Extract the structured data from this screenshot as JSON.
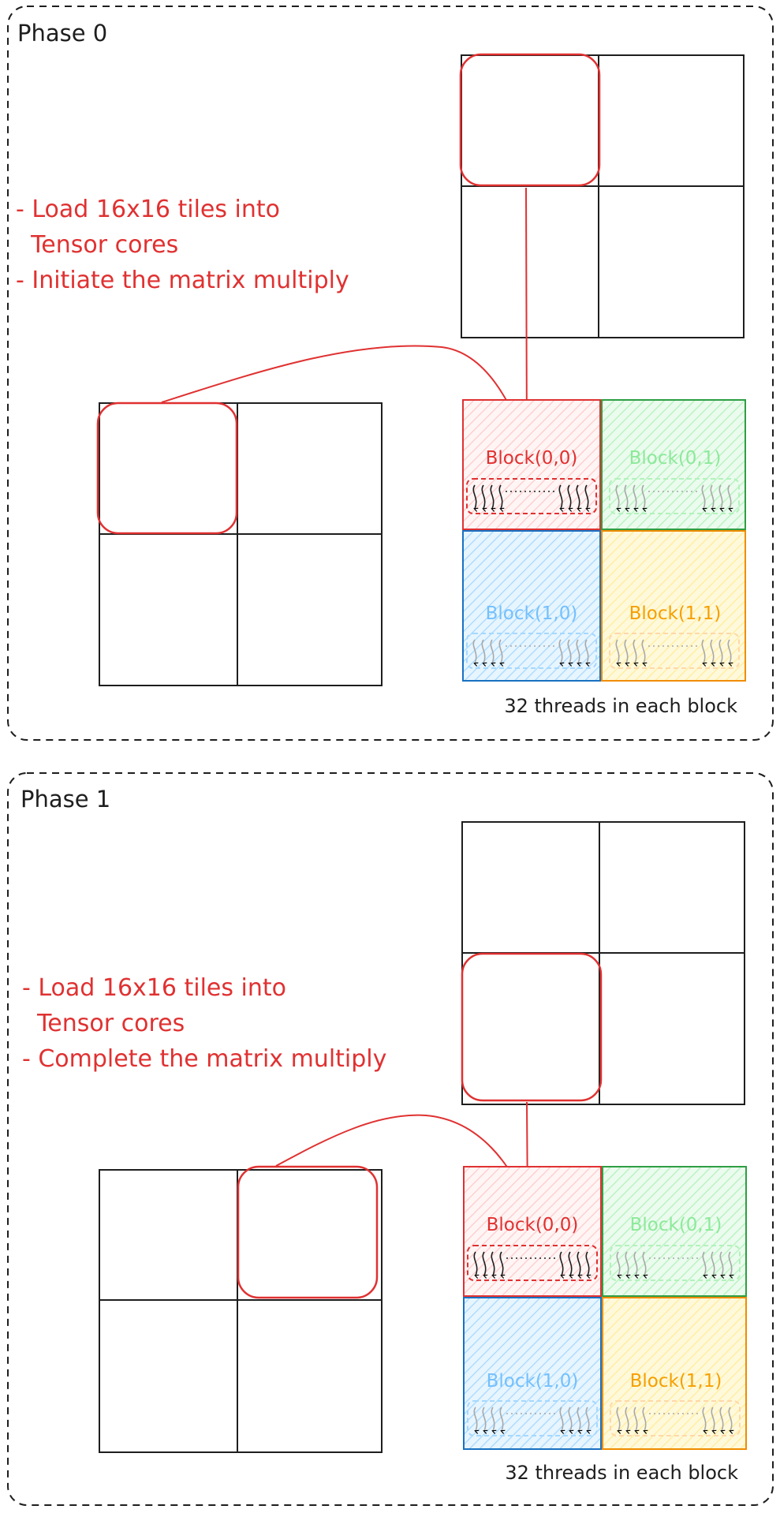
{
  "colors": {
    "accent": "#e03131",
    "ink": "#1e1e1e",
    "block00_stroke": "#e03131",
    "block00_fill": "#ffc9c9",
    "block01_stroke": "#2f9e44",
    "block01_fill": "#b2f2bb",
    "block10_stroke": "#1971c2",
    "block10_fill": "#a5d8ff",
    "block11_stroke": "#f08c00",
    "block11_fill": "#ffec99",
    "label01": "#8ce99a",
    "label10": "#74c0fc",
    "label11": "#f59f00"
  },
  "phases": [
    {
      "title": "Phase 0",
      "notes": [
        "- Load 16x16 tiles into",
        "  Tensor cores",
        "- Initiate the matrix multiply"
      ],
      "blocks": [
        "Block(0,0)",
        "Block(0,1)",
        "Block(1,0)",
        "Block(1,1)"
      ],
      "caption": "32 threads in each block"
    },
    {
      "title": "Phase 1",
      "notes": [
        "- Load 16x16 tiles into",
        "  Tensor cores",
        "- Complete the matrix multiply"
      ],
      "blocks": [
        "Block(0,0)",
        "Block(0,1)",
        "Block(1,0)",
        "Block(1,1)"
      ],
      "caption": "32 threads in each block"
    }
  ]
}
